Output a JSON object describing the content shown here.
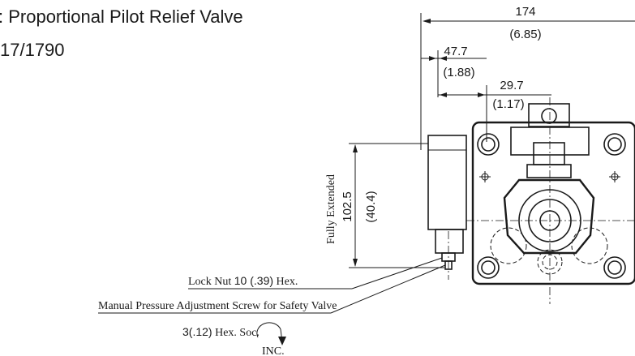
{
  "title": {
    "line1": ": Proportional Pilot Relief Valve",
    "line2": "17/1790"
  },
  "dimensions": {
    "overall_width_mm": "174",
    "overall_width_in": "(6.85)",
    "offset_a_mm": "47.7",
    "offset_a_in": "(1.88)",
    "offset_b_mm": "29.7",
    "offset_b_in": "(1.17)",
    "height_label": "Fully Extended",
    "height_mm": "102.5",
    "height_in": "(40.4)"
  },
  "callouts": {
    "lock_nut_prefix": "Lock Nut ",
    "lock_nut_value": "10 (.39)",
    "lock_nut_suffix": " Hex.",
    "adjust_screw": "Manual Pressure Adjustment Screw for Safety Valve",
    "socket_value": "3(.12)",
    "socket_suffix": " Hex. Soc.",
    "increase": "INC."
  }
}
